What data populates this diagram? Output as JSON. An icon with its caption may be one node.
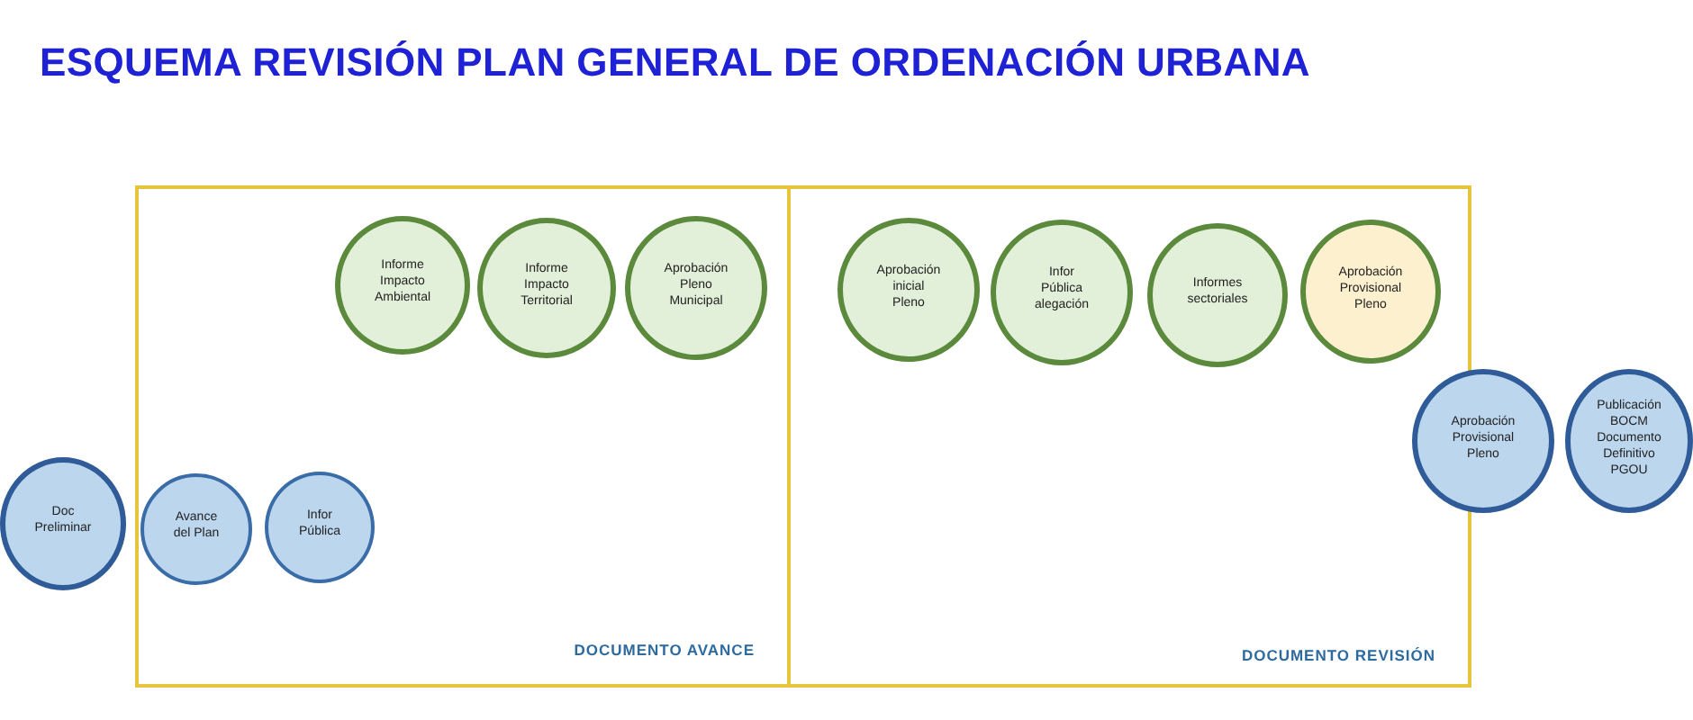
{
  "diagram": {
    "title": "ESQUEMA REVISIÓN PLAN GENERAL DE ORDENACIÓN URBANA",
    "nodes": [
      {
        "text": [
          "Doc Preliminar"
        ]
      },
      {
        "text": [
          "DOCUMENTO AVANCE"
        ]
      },
      {
        "text": [
          "Avance del Plan"
        ],
        "in": 1
      },
      {
        "text": [
          "Infor Pública"
        ],
        "in": 1
      },
      {
        "text": [
          "Informe Impacto Ambiental"
        ],
        "in": 1
      },
      {
        "text": [
          "Informe Impacto Territorial"
        ],
        "in": 1
      },
      {
        "text": [
          "Aprobación Pleno Municipal"
        ],
        "in": 1
      },
      {
        "text": [
          "DOCUMENTO REVISIÓN"
        ]
      },
      {
        "text": [
          "Aprobación inicial Pleno"
        ],
        "in": 7
      },
      {
        "text": [
          "Infor Pública alegación"
        ],
        "in": 7
      },
      {
        "text": [
          "Informes sectoriales"
        ],
        "in": 7
      },
      {
        "text": [
          "Aprobación Provisional Pleno"
        ],
        "in": 7
      },
      {
        "text": [
          "Aprobación Provisional Pleno"
        ]
      },
      {
        "text": [
          "Publicación BOCM Documento Definitivo PGOU"
        ]
      }
    ]
  }
}
